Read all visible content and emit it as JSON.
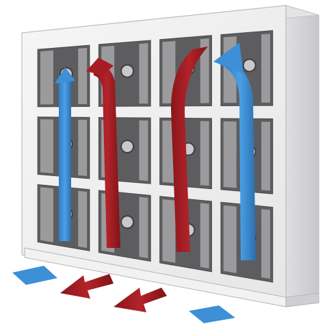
{
  "diagram": {
    "grid": {
      "rows": 3,
      "columns": 4
    },
    "colors": {
      "frame_face": "#efefef",
      "frame_side": "#d9d9da",
      "frame_edge": "#c4c4c6",
      "module_dark": "#5d5d60",
      "module_light": "#9b9b9d",
      "port": "#c9c9ca",
      "cold_air": "#3d8fd6",
      "cold_air_dark": "#2a6fae",
      "warm_air": "#a71c22",
      "warm_air_dark": "#7f1418"
    },
    "cold_air_columns": [
      1,
      4
    ],
    "warm_air_columns": [
      2,
      3
    ]
  }
}
